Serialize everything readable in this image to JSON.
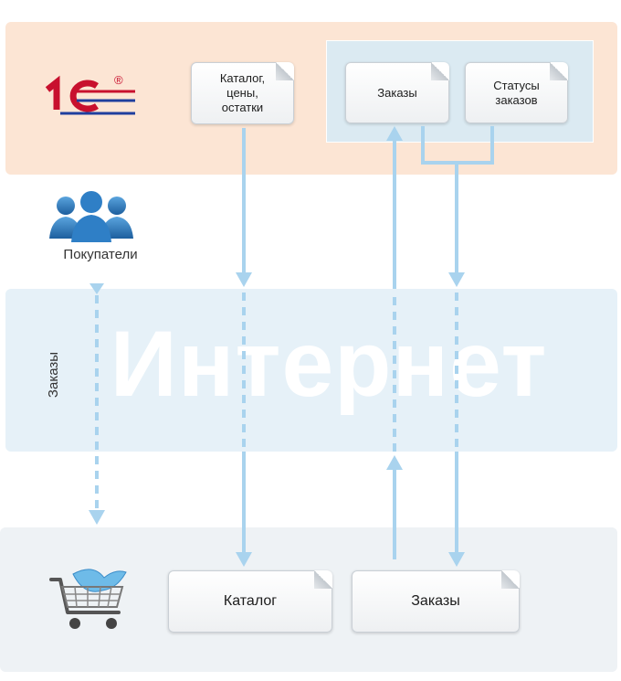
{
  "brand": {
    "logo_text": "1С",
    "logo_mark": "®"
  },
  "colors": {
    "erp_band": "#fce5d4",
    "internet_band": "#e6f1f8",
    "shop_band": "#eef2f5",
    "arrow": "#a9d3ee",
    "logo_red": "#c8102e",
    "logo_blue": "#1f3f9e"
  },
  "erp": {
    "doc_catalog": "Каталог,\nцены,\nостатки",
    "doc_orders": "Заказы",
    "doc_statuses": "Статусы\nзаказов"
  },
  "buyers": {
    "label": "Покупатели",
    "icon": "users-icon"
  },
  "internet": {
    "label": "Интернет",
    "orders_label": "Заказы"
  },
  "shop": {
    "icon": "shopping-cart-icon",
    "doc_catalog": "Каталог",
    "doc_orders": "Заказы"
  }
}
